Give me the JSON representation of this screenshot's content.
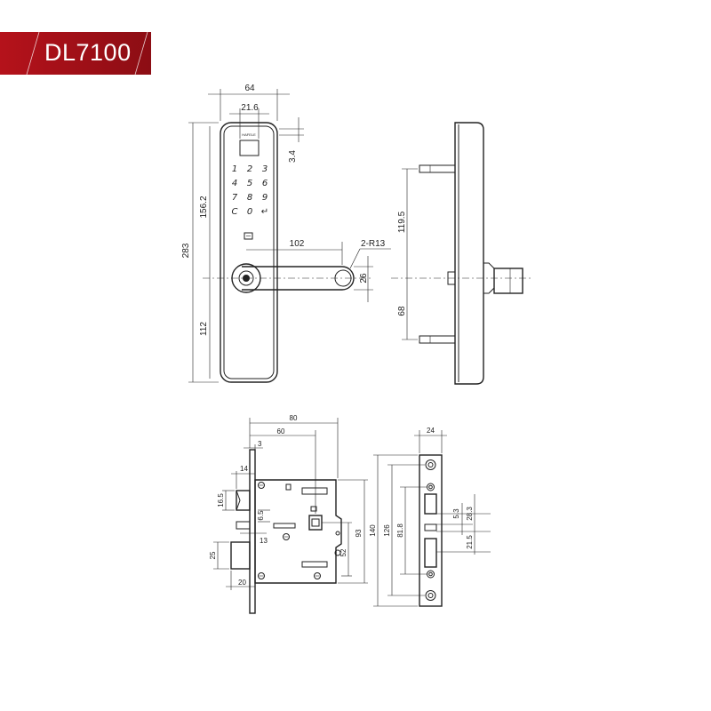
{
  "title": "DL7100",
  "colors": {
    "banner": "#b5121b",
    "banner_dark": "#8c0d14",
    "line": "#222222"
  },
  "handle_front": {
    "brand_text": "HAFELE",
    "keypad": [
      "1",
      "2",
      "3",
      "4",
      "5",
      "6",
      "7",
      "8",
      "9",
      "C",
      "0",
      "↵"
    ],
    "dims": {
      "width": "64",
      "display_width": "21.6",
      "top_gap": "3.4",
      "upper_height": "156.2",
      "total_height": "283",
      "lever_length": "102",
      "lever_radius": "2-R13",
      "lever_width": "26",
      "lower_height": "112"
    }
  },
  "handle_side": {
    "dims": {
      "upper": "119.5",
      "lower": "68"
    }
  },
  "mortise_body": {
    "dims": {
      "depth_total": "80",
      "backset": "60",
      "offset": "3",
      "bolt_width": "14",
      "latch_height": "16.5",
      "small_gap": "6.5",
      "gap_13": "13",
      "deadbolt_height": "25",
      "deadbolt_throw": "20",
      "body_height": "93",
      "spindle_to_cyl": "52"
    }
  },
  "faceplate": {
    "dims": {
      "width": "24",
      "total_height": "140",
      "body_height": "126",
      "slot_height": "81.8",
      "a": "5.3",
      "b": "28.3",
      "c": "21.5"
    }
  }
}
